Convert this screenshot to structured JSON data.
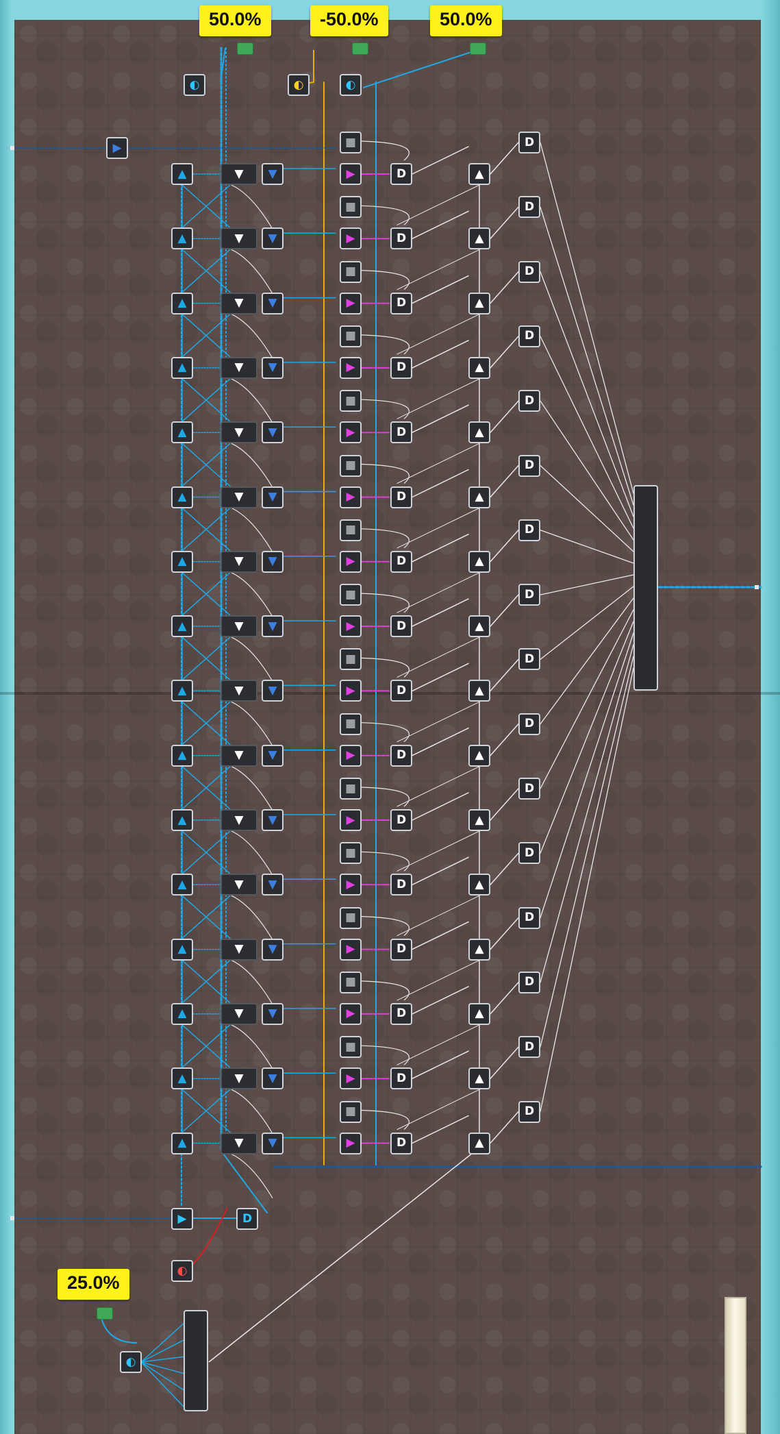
{
  "labels": {
    "top_left": "50.0%",
    "top_center": "-50.0%",
    "top_right": "50.0%",
    "bottom_left": "25.0%"
  },
  "colors": {
    "board": "#5b4c49",
    "frame": "#86d6df",
    "label_bg": "#fff21a",
    "wire_blue": "#1ea8e6",
    "wire_dark_blue": "#1a5a9a",
    "wire_yellow": "#e6b000",
    "wire_white": "#e8e8e8",
    "wire_magenta": "#e040e0",
    "wire_red": "#d62020",
    "chip_green": "#3fa957"
  },
  "grid": {
    "rows": 16,
    "icons": {
      "col_a": "up-arrow-icon",
      "col_b": "chevron-down-icon",
      "col_c": "chevron-down-icon",
      "col_d_top": "square-icon",
      "col_d": "play-right-icon",
      "col_e": "d-shape-icon",
      "col_f": "up-arrow-icon",
      "col_g": "d-shape-icon"
    }
  }
}
